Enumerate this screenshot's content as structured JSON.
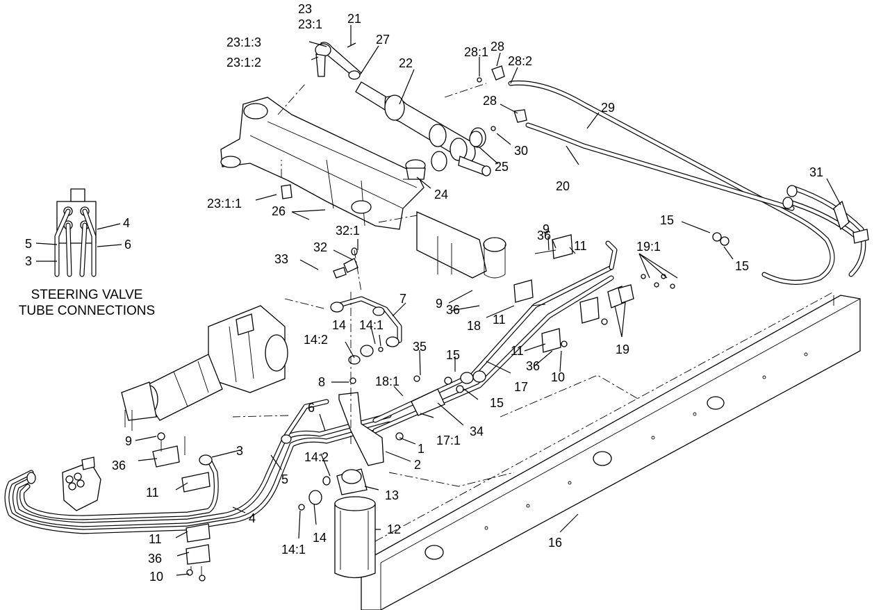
{
  "caption": {
    "line1": "STEERING VALVE",
    "line2": "TUBE CONNECTIONS"
  },
  "inset_callouts": {
    "c5": "5",
    "c3": "3",
    "c4": "4",
    "c6": "6"
  },
  "callouts": {
    "c23": "23",
    "c23_1": "23:1",
    "c23_1_3": "23:1:3",
    "c23_1_2": "23:1:2",
    "c21": "21",
    "c27": "27",
    "c22": "22",
    "c28_1": "28:1",
    "c28_top": "28",
    "c28_2": "28:2",
    "c28_mid": "28",
    "c29": "29",
    "c30": "30",
    "c25": "25",
    "c20": "20",
    "c24": "24",
    "c23_1_1": "23:1:1",
    "c26": "26",
    "c31": "31",
    "c15_a": "15",
    "c15_b": "15",
    "c9_a": "9",
    "c36_a": "36",
    "c11_a": "11",
    "c19_1": "19:1",
    "c32_1": "32:1",
    "c32": "32",
    "c33": "33",
    "c7": "7",
    "c9_b": "9",
    "c36_b": "36",
    "c11_b": "11",
    "c18": "18",
    "c14_a": "14",
    "c14_1_a": "14:1",
    "c14_2_a": "14:2",
    "c35": "35",
    "c15_c": "15",
    "c11_c": "11",
    "c36_c": "36",
    "c10_a": "10",
    "c19": "19",
    "c17": "17",
    "c15_d": "15",
    "c8": "8",
    "c18_1": "18:1",
    "c6": "6",
    "c9_c": "9",
    "c36_d": "36",
    "c3": "3",
    "c1": "1",
    "c17_1": "17:1",
    "c34": "34",
    "c2": "2",
    "c11_d": "11",
    "c5": "5",
    "c14_2_b": "14:2",
    "c13": "13",
    "c4": "4",
    "c14_b": "14",
    "c12": "12",
    "c11_e": "11",
    "c36_e": "36",
    "c14_1_b": "14:1",
    "c10_b": "10",
    "c16": "16"
  }
}
